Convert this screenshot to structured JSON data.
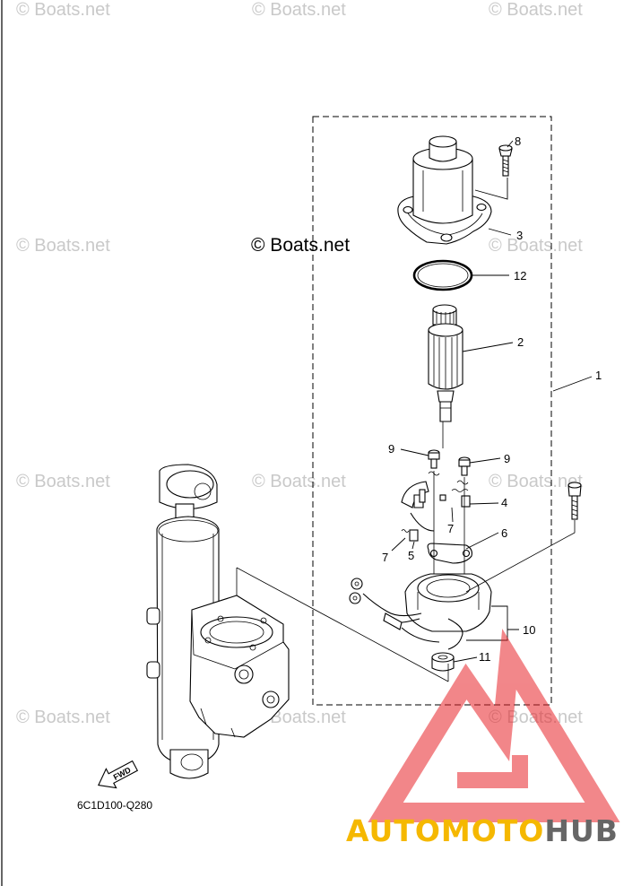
{
  "watermark": "© Boats.net",
  "copyright": "© Boats.net",
  "diagram_code": "6C1D100-Q280",
  "fwd_label": "FWD",
  "brand": {
    "part1": "AUTOMOTO",
    "part2": "HUB",
    "color1": "#f5b800",
    "color2": "#666666",
    "logo_color": "#e8252a"
  },
  "callouts": {
    "c1": "1",
    "c2": "2",
    "c3": "3",
    "c4": "4",
    "c5": "5",
    "c6": "6",
    "c7a": "7",
    "c7b": "7",
    "c8": "8",
    "c9a": "9",
    "c9b": "9",
    "c10": "10",
    "c11": "11",
    "c12": "12"
  }
}
